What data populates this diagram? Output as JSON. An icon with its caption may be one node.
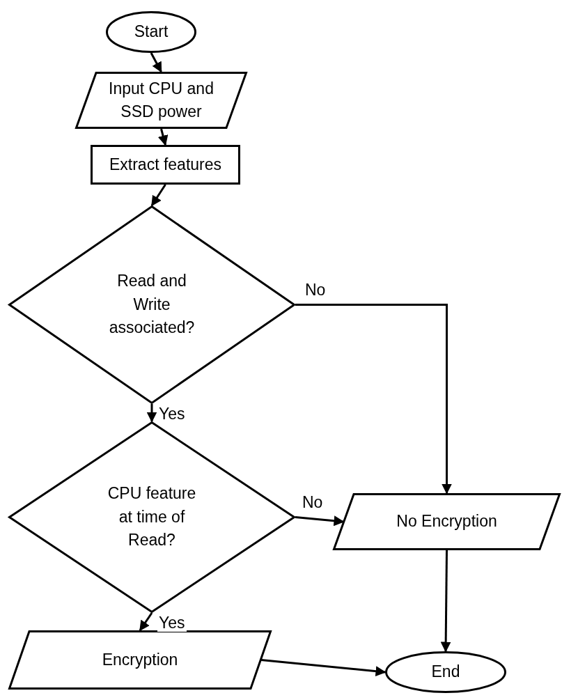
{
  "diagram": {
    "nodes": [
      {
        "text": [
          "Start"
        ]
      },
      {
        "text": [
          "Input CPU and SSD power"
        ]
      },
      {
        "text": [
          "Extract features"
        ]
      },
      {
        "text": [
          "Read and Write associated?"
        ]
      },
      {
        "text": [
          "CPU feature at time of Read?"
        ]
      },
      {
        "text": [
          "No Encryption"
        ]
      },
      {
        "text": [
          "Encryption"
        ]
      },
      {
        "text": [
          "End"
        ]
      }
    ],
    "edges": [
      {
        "from": 0,
        "to": 1,
        "arrow": "to"
      },
      {
        "from": 1,
        "to": 2,
        "arrow": "to"
      },
      {
        "from": 2,
        "to": 3,
        "arrow": "to"
      },
      {
        "from": 3,
        "to": 5,
        "arrow": "to",
        "label": "No"
      },
      {
        "from": 3,
        "to": 4,
        "arrow": "to",
        "label": "Yes"
      },
      {
        "from": 4,
        "to": 5,
        "arrow": "to",
        "label": "No"
      },
      {
        "from": 4,
        "to": 6,
        "arrow": "to",
        "label": "Yes"
      },
      {
        "from": 6,
        "to": 7,
        "arrow": "to"
      },
      {
        "from": 5,
        "to": 7,
        "arrow": "to"
      }
    ]
  }
}
